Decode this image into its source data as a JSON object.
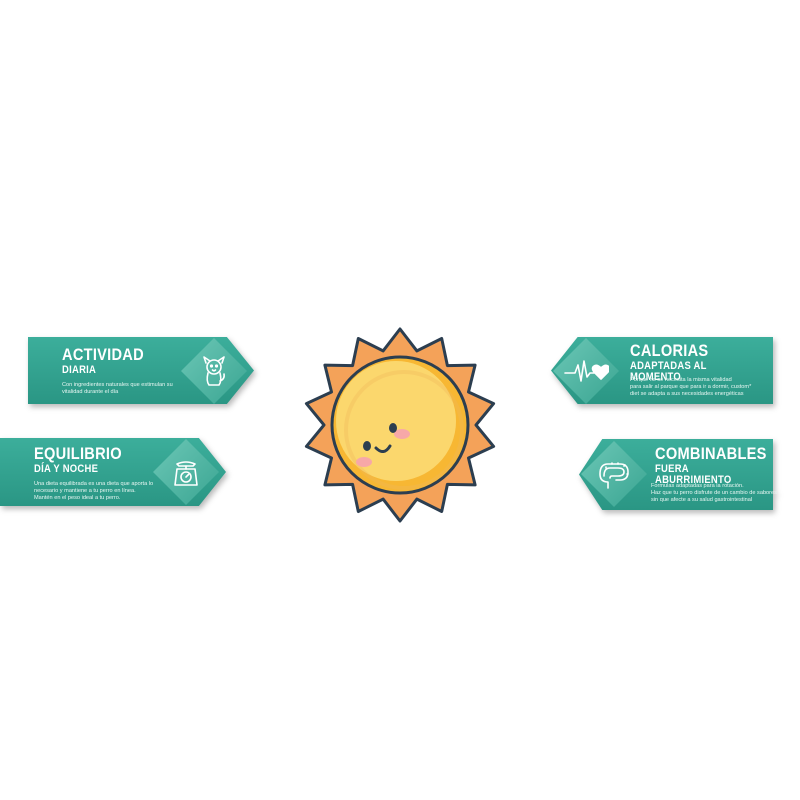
{
  "colors": {
    "banner": "#2a9684",
    "banner_light": "#3cae9b",
    "icon_bg": "#6cc7b6",
    "sun_ray": "#f4a259",
    "sun_face": "#fbd35f",
    "outline": "#2c3e50",
    "cheek": "#f7a8a8"
  },
  "cards": {
    "actividad": {
      "title": "ACTIVIDAD",
      "subtitle": "DIARIA",
      "lines": [
        "Con ingredientes naturales que estimulan su",
        "vitalidad durante el día"
      ],
      "icon": "dog-icon"
    },
    "equilibrio": {
      "title": "EQUILIBRIO",
      "subtitle": "DÍA Y NOCHE",
      "lines": [
        "Una dieta equilibrada es una dieta que aporta lo",
        "necesario y mantiene a tu perro en línea.",
        "Mantén en el peso ideal a tu perro."
      ],
      "icon": "scale-icon"
    },
    "calorias": {
      "title": "CALORIAS",
      "subtitle": "ADAPTADAS AL MOMENTO",
      "lines": [
        "Porque no se necesita la misma vitalidad",
        "para salir al parque que para ir a dormir, custom*",
        "diet se adapta a sus necesidades energéticas"
      ],
      "icon": "heartbeat-icon"
    },
    "combinables": {
      "title": "COMBINABLES",
      "subtitle": "FUERA ABURRIMIENTO",
      "lines": [
        "Formulas adaptadas para la rotación.",
        "Haz que tu perro disfrute de un cambio de sabores",
        "sin que afecte a su salud gastrointestinal"
      ],
      "icon": "intestine-icon"
    }
  },
  "center": {
    "icon": "smiling-sun-icon"
  }
}
